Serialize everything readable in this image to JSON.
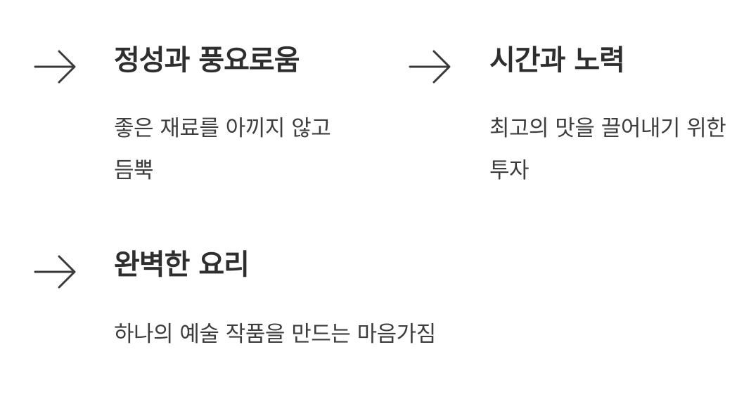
{
  "features": [
    {
      "icon": "arrow-right-icon",
      "title": "정성과 풍요로움",
      "description": "좋은 재료를 아끼지 않고 듬뿍"
    },
    {
      "icon": "arrow-right-icon",
      "title": "시간과 노력",
      "description": "최고의 맛을 끌어내기 위한 투자"
    },
    {
      "icon": "arrow-right-icon",
      "title": "완벽한 요리",
      "description": "하나의 예술 작품을 만드는 마음가짐"
    }
  ],
  "colors": {
    "text": "#3a3a3a",
    "title": "#2e2e2e",
    "background": "#ffffff"
  }
}
